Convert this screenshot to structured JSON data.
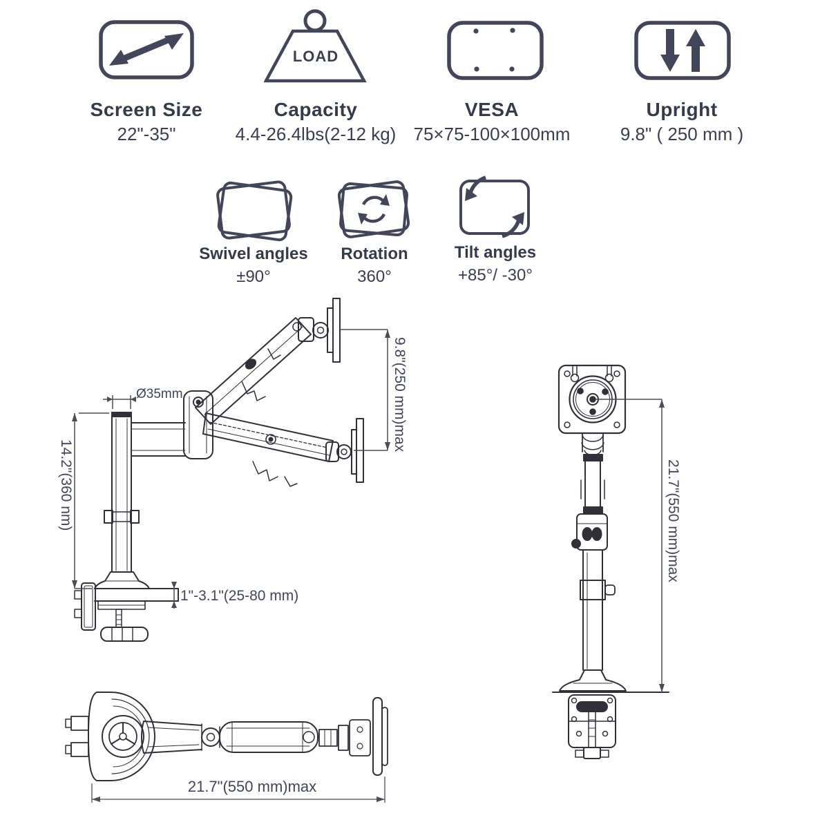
{
  "title": "Monitor arm specification sheet",
  "colors": {
    "ink": "#3b3f54",
    "line_art": "#2f3038",
    "dim_line": "#4c4d55",
    "background": "#ffffff"
  },
  "specs_primary": [
    {
      "icon": "diagonal-resize-arrow-icon",
      "label": "Screen Size",
      "value": "22\"-35\""
    },
    {
      "icon": "weight-load-icon",
      "icon_text": "LOAD",
      "label": "Capacity",
      "value": "4.4-26.4lbs(2-12 kg)"
    },
    {
      "icon": "vesa-plate-icon",
      "label": "VESA",
      "value": "75×75-100×100mm"
    },
    {
      "icon": "up-down-arrows-icon",
      "label": "Upright",
      "value": "9.8\" ( 250 mm )"
    }
  ],
  "specs_motion": [
    {
      "icon": "swivel-screens-icon",
      "label": "Swivel angles",
      "value": "±90°"
    },
    {
      "icon": "rotation-screen-icon",
      "label": "Rotation",
      "value": "360°"
    },
    {
      "icon": "tilt-arrows-icon",
      "label": "Tilt angles",
      "value": "+85°/ -30°"
    }
  ],
  "diagrams": {
    "side_view": {
      "name": "side view of gas-spring desk mount arm",
      "dim_pole_diameter": "Ø35mm",
      "dim_pole_height": "14.2\"(360 nm)",
      "dim_lift_range": "9.8\"(250 mm)max",
      "dim_clamp_range": "1\"-3.1\"(25-80 mm)"
    },
    "front_view": {
      "name": "front view of mounted arm",
      "dim_total_height": "21.7\"(550 mm)max"
    },
    "top_view": {
      "name": "top view of extended arm",
      "dim_arm_reach": "21.7\"(550 mm)max"
    }
  }
}
